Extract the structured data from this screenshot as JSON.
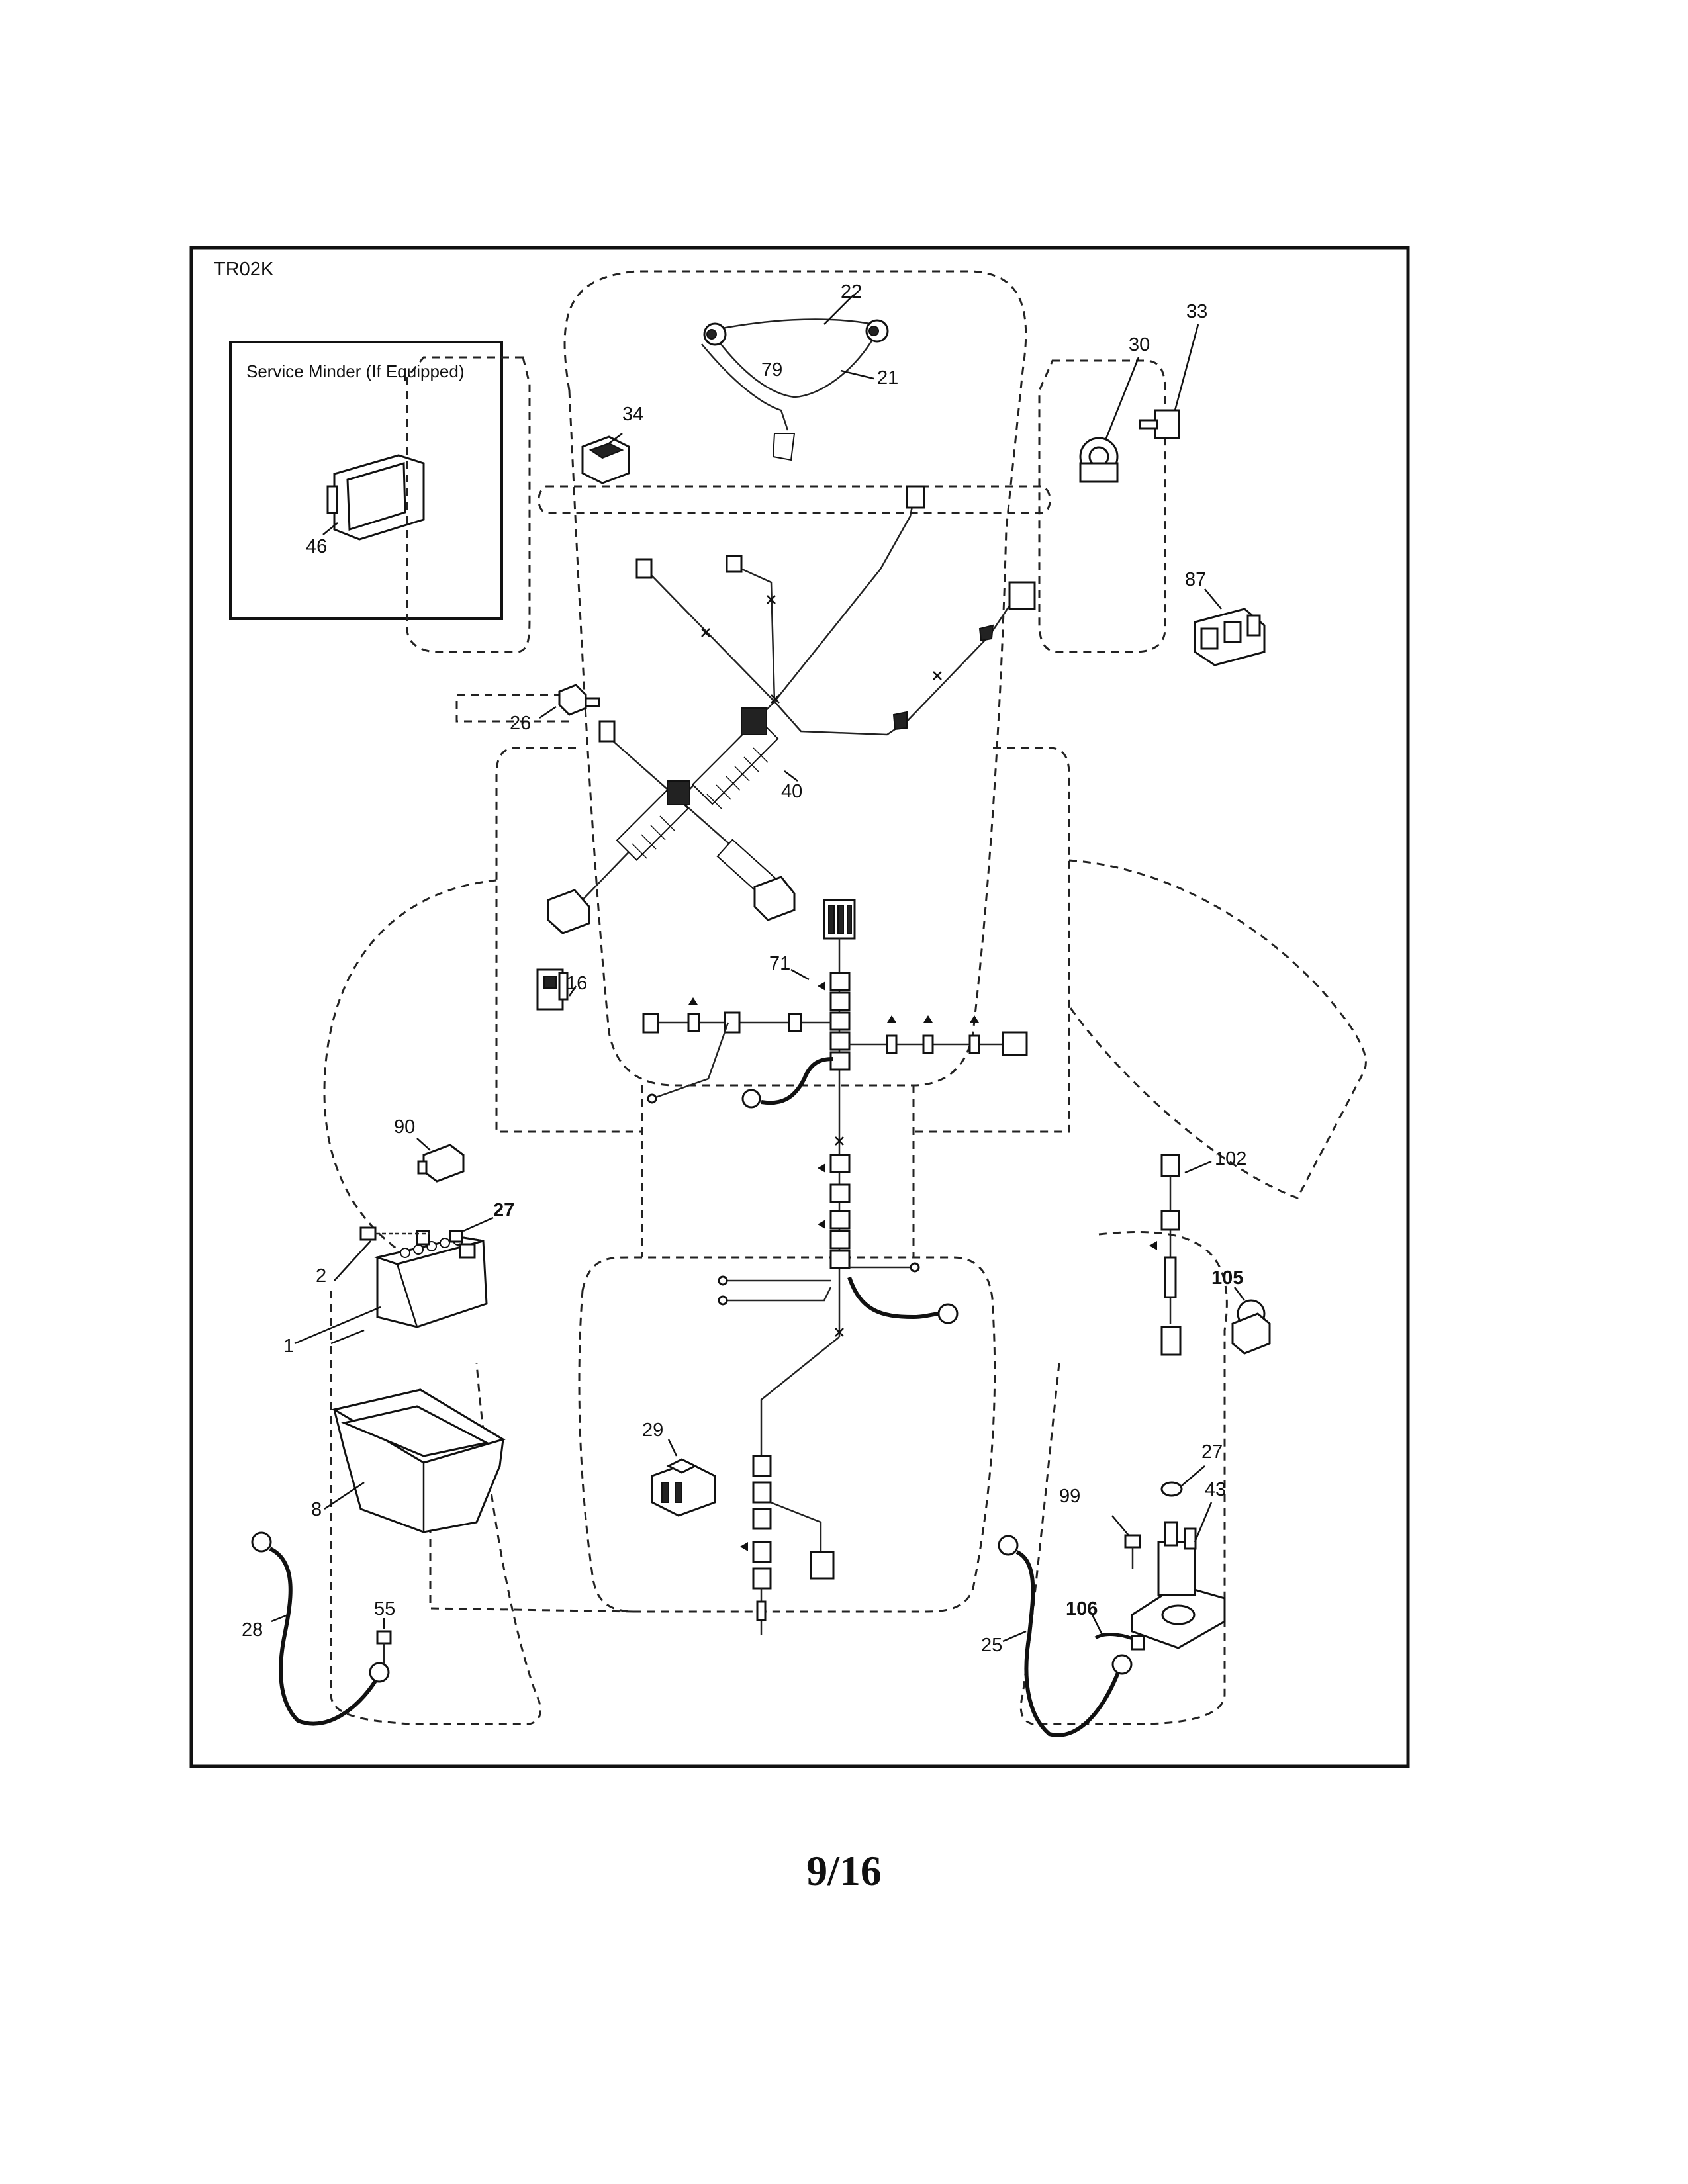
{
  "diagram_code": "TR02K",
  "inset_title": "Service Minder (If Equipped)",
  "page_number": "9/16",
  "callouts": {
    "c46": "46",
    "c22": "22",
    "c79": "79",
    "c21": "21",
    "c34": "34",
    "c30": "30",
    "c33": "33",
    "c87": "87",
    "c26": "26",
    "c40": "40",
    "c16": "16",
    "c71": "71",
    "c90": "90",
    "c27a": "27",
    "c2": "2",
    "c1": "1",
    "c8": "8",
    "c28": "28",
    "c55": "55",
    "c29": "29",
    "c102": "102",
    "c105": "105",
    "c27b": "27",
    "c43": "43",
    "c99": "99",
    "c106": "106",
    "c25": "25"
  }
}
